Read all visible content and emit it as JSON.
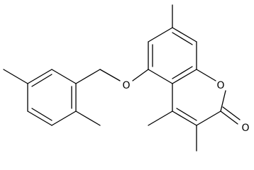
{
  "structure": {
    "atoms": {
      "ether_oxygen": "O",
      "ring_oxygen": "O",
      "carbonyl_oxygen": "O"
    },
    "colors": {
      "bond": "#000000",
      "label": "#000000",
      "background": "#ffffff"
    }
  }
}
